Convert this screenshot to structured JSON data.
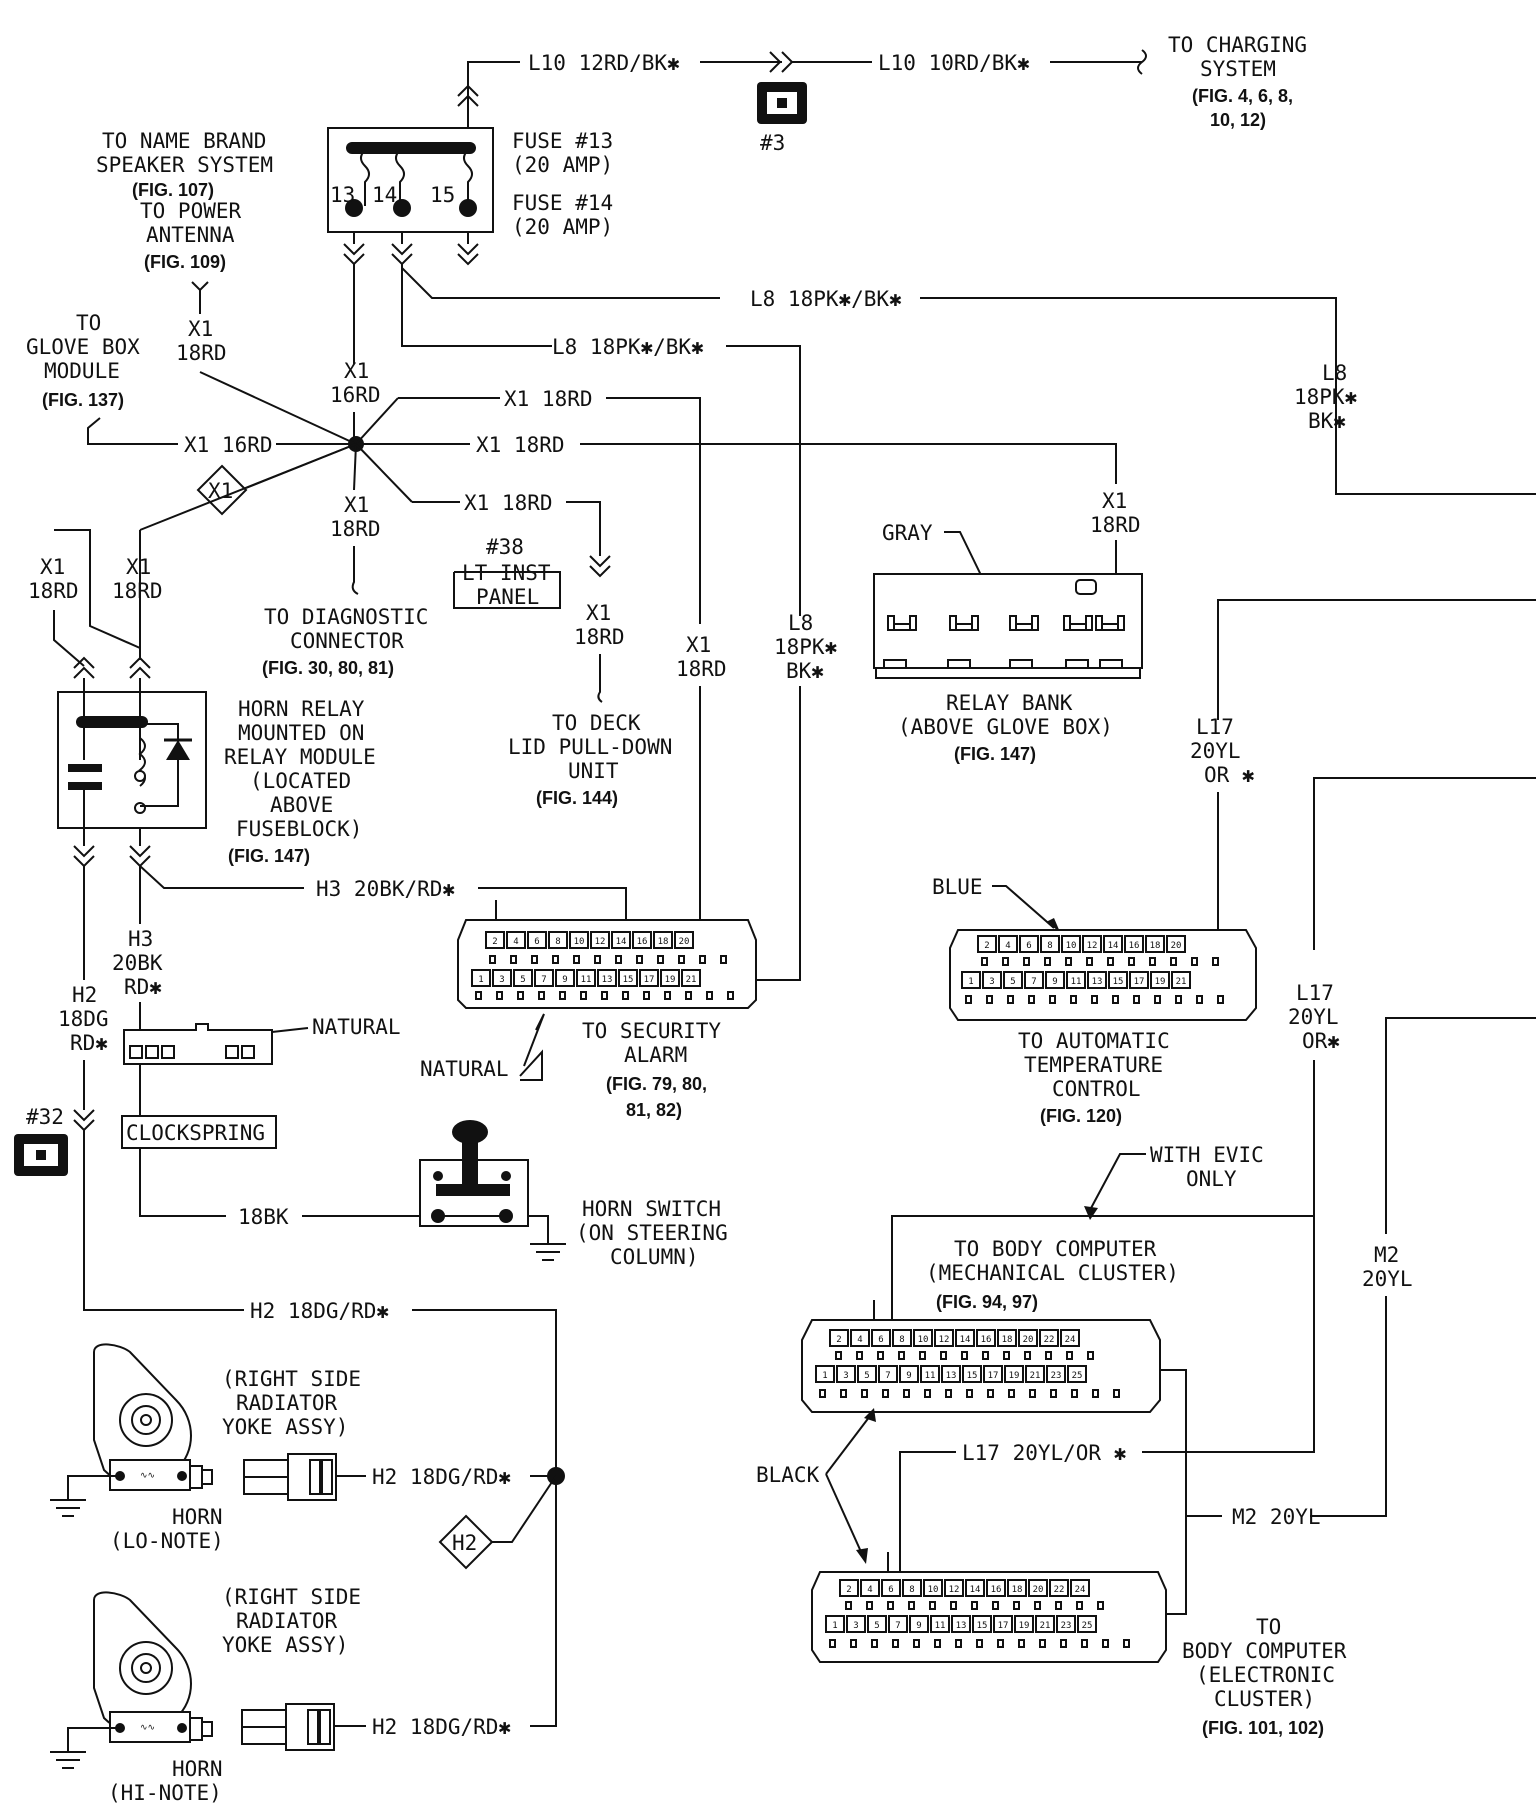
{
  "labels": {
    "l10_left": "L10  12RD/BK✱",
    "l10_right": "L10  10RD/BK✱",
    "charging_1": "TO CHARGING",
    "charging_2": "SYSTEM",
    "charging_fig1": "(FIG. 4, 6, 8,",
    "charging_fig2": "10, 12)",
    "conn3": "#3",
    "name_brand_1": "TO NAME BRAND",
    "name_brand_2": "SPEAKER SYSTEM",
    "name_brand_fig": "(FIG. 107)",
    "power_ant_1": "TO POWER",
    "power_ant_2": "ANTENNA",
    "power_ant_fig": "(FIG. 109)",
    "fuse13_1": "FUSE #13",
    "fuse13_2": "(20 AMP)",
    "fuse14_1": "FUSE #14",
    "fuse14_2": "(20 AMP)",
    "fuse_n13": "13",
    "fuse_n14": "14",
    "fuse_n15": "15",
    "l8_top": "L8  18PK✱/BK✱",
    "l8_mid": "L8  18PK✱/BK✱",
    "l8_right_1": "L8",
    "l8_right_2": "18PK✱",
    "l8_right_3": "BK✱",
    "glove_1": "TO",
    "glove_2": "GLOVE BOX",
    "glove_3": "MODULE",
    "glove_fig": "(FIG. 137)",
    "x1_a": "X1",
    "x1_18rd_a": "18RD",
    "x1_16rd_top_1": "X1",
    "x1_16rd_top_2": "16RD",
    "x1_16rd_left": "X1  16RD",
    "x1_18rd_h1": "X1  18RD",
    "x1_18rd_h2": "X1  18RD",
    "x1_18rd_h3": "X1  18RD",
    "x1_splice": "X1",
    "x1_diag_1": "X1",
    "x1_diag_2": "18RD",
    "diag_1": "TO DIAGNOSTIC",
    "diag_2": "CONNECTOR",
    "diag_fig": "(FIG. 30, 80, 81)",
    "c38": "#38",
    "lt_inst_1": "LT INST",
    "lt_inst_2": "PANEL",
    "x1_deck_1": "X1",
    "x1_deck_2": "18RD",
    "deck_1": "TO DECK",
    "deck_2": "LID PULL-DOWN",
    "deck_3": "UNIT",
    "deck_fig": "(FIG. 144)",
    "x1_relaybank_1": "X1",
    "x1_relaybank_2": "18RD",
    "x1_sec_1": "X1",
    "x1_sec_2": "18RD",
    "l8_sec_1": "L8",
    "l8_sec_2": "18PK✱",
    "l8_sec_3": "BK✱",
    "x1_relay_l1": "X1",
    "x1_relay_l2": "18RD",
    "x1_relay_r1": "X1",
    "x1_relay_r2": "18RD",
    "gray": "GRAY",
    "relay_bank_1": "RELAY BANK",
    "relay_bank_2": "(ABOVE GLOVE BOX)",
    "relay_bank_fig": "(FIG. 147)",
    "horn_relay_1": "HORN RELAY",
    "horn_relay_2": "MOUNTED ON",
    "horn_relay_3": "RELAY MODULE",
    "horn_relay_4": "(LOCATED",
    "horn_relay_5": "ABOVE",
    "horn_relay_6": "FUSEBLOCK)",
    "horn_relay_fig": "(FIG. 147)",
    "h3_h": "H3  20BK/RD✱",
    "h3_v1": "H3",
    "h3_v2": "20BK",
    "h3_v3": "RD✱",
    "h2_v1": "H2",
    "h2_v2": "18DG",
    "h2_v3": "RD✱",
    "natural_1": "NATURAL",
    "natural_2": "NATURAL",
    "sec_1": "TO SECURITY",
    "sec_2": "ALARM",
    "sec_fig1": "(FIG. 79, 80,",
    "sec_fig2": "81, 82)",
    "c32": "#32",
    "clockspring": "CLOCKSPRING",
    "bk18": "18BK",
    "horn_sw_1": "HORN SWITCH",
    "horn_sw_2": "(ON STEERING",
    "horn_sw_3": "COLUMN)",
    "h2_h": "H2  18DG/RD✱",
    "h2_lo": "H2  18DG/RD✱",
    "h2_hi": "H2  18DG/RD✱",
    "h2_splice": "H2",
    "yoke1_1": "(RIGHT SIDE",
    "yoke1_2": "RADIATOR",
    "yoke1_3": "YOKE ASSY)",
    "yoke2_1": "(RIGHT SIDE",
    "yoke2_2": "RADIATOR",
    "yoke2_3": "YOKE ASSY)",
    "horn_lo_1": "HORN",
    "horn_lo_2": "(LO-NOTE)",
    "horn_hi_1": "HORN",
    "horn_hi_2": "(HI-NOTE)",
    "l17_top_1": "L17",
    "l17_top_2": "20YL",
    "l17_top_3": "OR ✱",
    "blue": "BLUE",
    "atc_1": "TO AUTOMATIC",
    "atc_2": "TEMPERATURE",
    "atc_3": "CONTROL",
    "atc_fig": "(FIG. 120)",
    "l17_mid_1": "L17",
    "l17_mid_2": "20YL",
    "l17_mid_3": "OR✱",
    "evic_1": "WITH EVIC",
    "evic_2": "ONLY",
    "bcm_1": "TO BODY COMPUTER",
    "bcm_2": "(MECHANICAL CLUSTER)",
    "bcm_fig": "(FIG. 94, 97)",
    "m2_v1": "M2",
    "m2_v2": "20YL",
    "black": "BLACK",
    "l17_h": "L17  20YL/OR ✱",
    "m2_h": "M2  20YL",
    "bce_1": "TO",
    "bce_2": "BODY COMPUTER",
    "bce_3": "(ELECTRONIC",
    "bce_4": "CLUSTER)",
    "bce_fig": "(FIG. 101, 102)"
  },
  "connectors": {
    "pins20_top": [
      "2",
      "4",
      "6",
      "8",
      "10",
      "12",
      "14",
      "16",
      "18",
      "20"
    ],
    "pins20_bottom": [
      "1",
      "3",
      "5",
      "7",
      "9",
      "11",
      "13",
      "15",
      "17",
      "19",
      "21"
    ],
    "pins26_top": [
      "2",
      "4",
      "6",
      "8",
      "10",
      "12",
      "14",
      "16",
      "18",
      "20",
      "22",
      "24"
    ],
    "pins26_bottom": [
      "1",
      "3",
      "5",
      "7",
      "9",
      "11",
      "13",
      "15",
      "17",
      "19",
      "21",
      "23",
      "25"
    ]
  }
}
